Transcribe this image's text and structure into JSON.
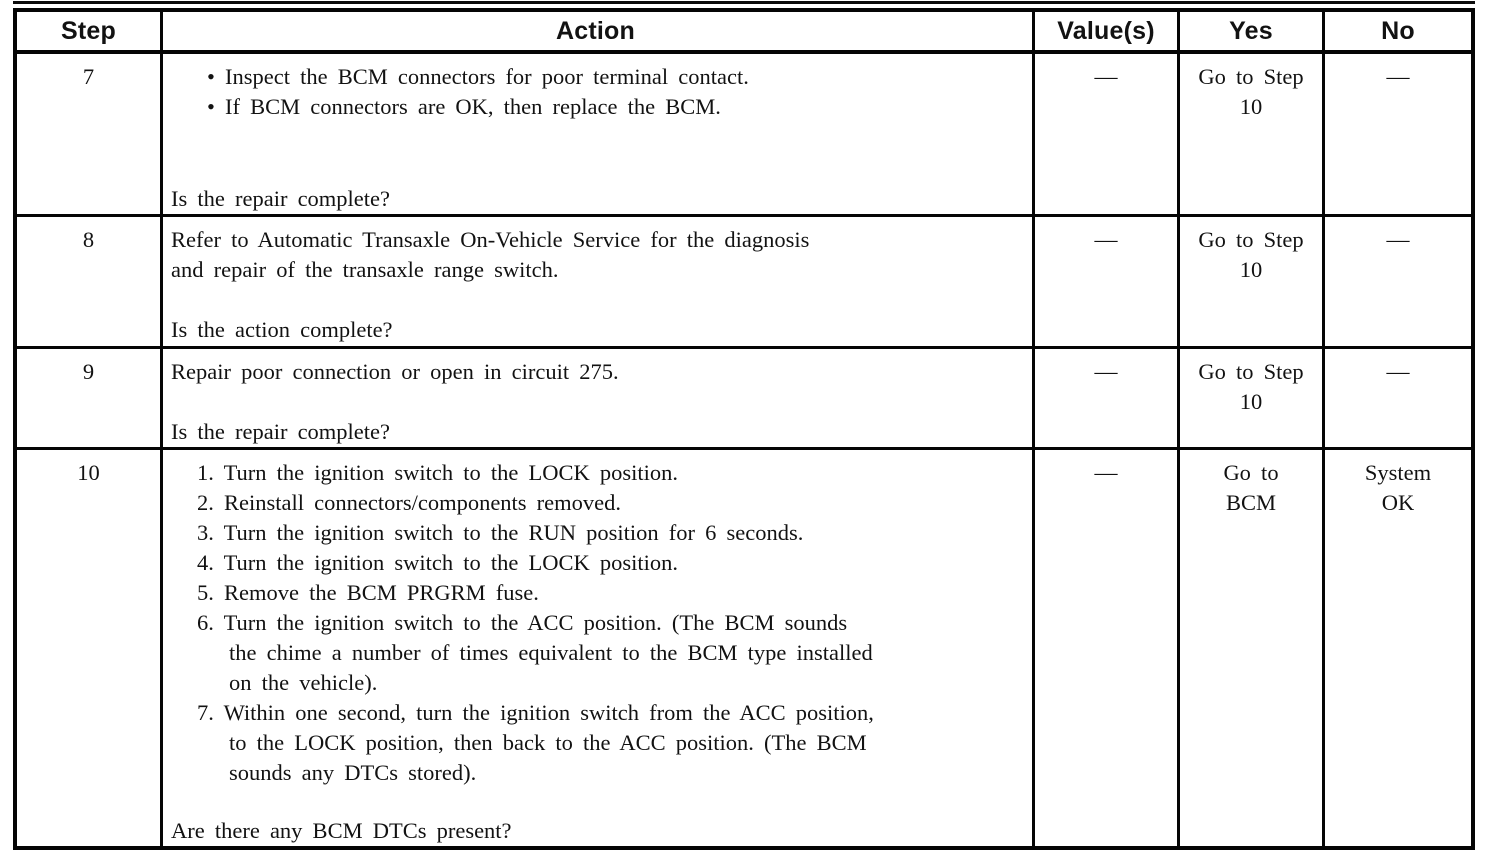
{
  "table": {
    "headers": {
      "step": "Step",
      "action": "Action",
      "values": "Value(s)",
      "yes": "Yes",
      "no": "No"
    },
    "rows": [
      {
        "step": "7",
        "bullets": [
          "• Inspect the BCM connectors for poor terminal contact.",
          "• If BCM connectors are OK, then replace the BCM."
        ],
        "question": "Is the repair complete?",
        "values": "—",
        "yes": "Go to Step\n10",
        "no": "—"
      },
      {
        "step": "8",
        "text": "Refer to Automatic Transaxle On-Vehicle Service for the diagnosis\nand repair of the transaxle range switch.",
        "question": "Is the action complete?",
        "values": "—",
        "yes": "Go to Step\n10",
        "no": "—"
      },
      {
        "step": "9",
        "text": "Repair poor connection or open in circuit 275.",
        "question": "Is the repair complete?",
        "values": "—",
        "yes": "Go to Step\n10",
        "no": "—"
      },
      {
        "step": "10",
        "numbered_items": [
          "1. Turn the ignition switch to the LOCK position.",
          "2. Reinstall connectors/components removed.",
          "3. Turn the ignition switch to the RUN position for 6 seconds.",
          "4. Turn the ignition switch to the LOCK position.",
          "5. Remove the BCM PRGRM fuse.",
          "6. Turn the ignition switch to the ACC position. (The BCM sounds\nthe chime a number of times equivalent to the BCM type installed\non the vehicle).",
          "7. Within one second, turn the ignition switch from the ACC position,\nto the LOCK position, then back to the ACC position. (The BCM\nsounds any DTCs stored)."
        ],
        "question": "Are there any BCM DTCs present?",
        "values": "—",
        "yes": "Go to\nBCM",
        "no": "System\nOK"
      }
    ]
  }
}
